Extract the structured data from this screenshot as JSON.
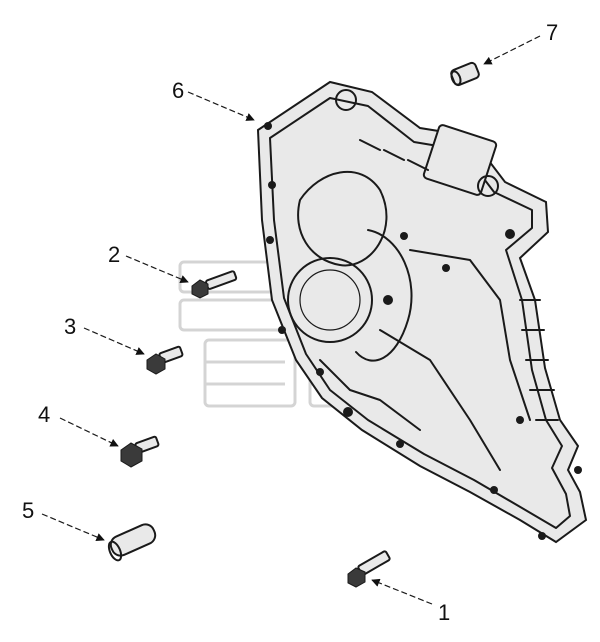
{
  "diagram": {
    "callouts": [
      {
        "id": "1",
        "label": "1"
      },
      {
        "id": "2",
        "label": "2"
      },
      {
        "id": "3",
        "label": "3"
      },
      {
        "id": "4",
        "label": "4"
      },
      {
        "id": "5",
        "label": "5"
      },
      {
        "id": "6",
        "label": "6"
      },
      {
        "id": "7",
        "label": "7"
      }
    ],
    "parts": [
      {
        "callout": "1",
        "name": "bolt",
        "icon": "flange-bolt-icon"
      },
      {
        "callout": "2",
        "name": "bolt",
        "icon": "flange-bolt-icon"
      },
      {
        "callout": "3",
        "name": "bolt",
        "icon": "flange-bolt-icon"
      },
      {
        "callout": "4",
        "name": "bolt",
        "icon": "flange-bolt-icon"
      },
      {
        "callout": "5",
        "name": "dowel pin",
        "icon": "dowel-pin-icon"
      },
      {
        "callout": "6",
        "name": "housing",
        "icon": "gear-housing-icon"
      },
      {
        "callout": "7",
        "name": "plug",
        "icon": "plug-icon"
      }
    ]
  }
}
